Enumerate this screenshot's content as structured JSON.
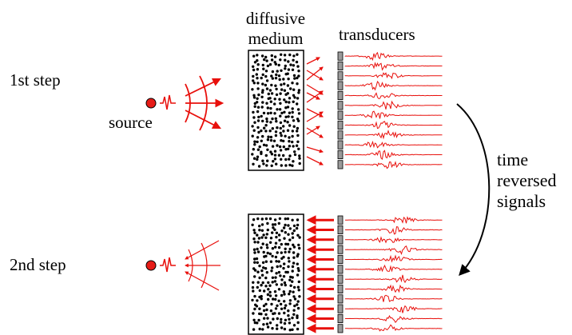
{
  "labels": {
    "step1": "1st step",
    "step2": "2nd step",
    "source": "source",
    "medium_line1": "diffusive",
    "medium_line2": "medium",
    "transducers": "transducers",
    "trs_line1": "time",
    "trs_line2": "reversed",
    "trs_line3": "signals"
  },
  "colors": {
    "signal": "#e8100c",
    "ink": "#000000",
    "source_fill": "#e61b17",
    "transducer_fill": "#9a9a9a"
  },
  "transducer_count": 12,
  "icons": [
    "source-dot-icon",
    "pulse-icon",
    "wavefront-icon",
    "curved-arrow-icon"
  ]
}
